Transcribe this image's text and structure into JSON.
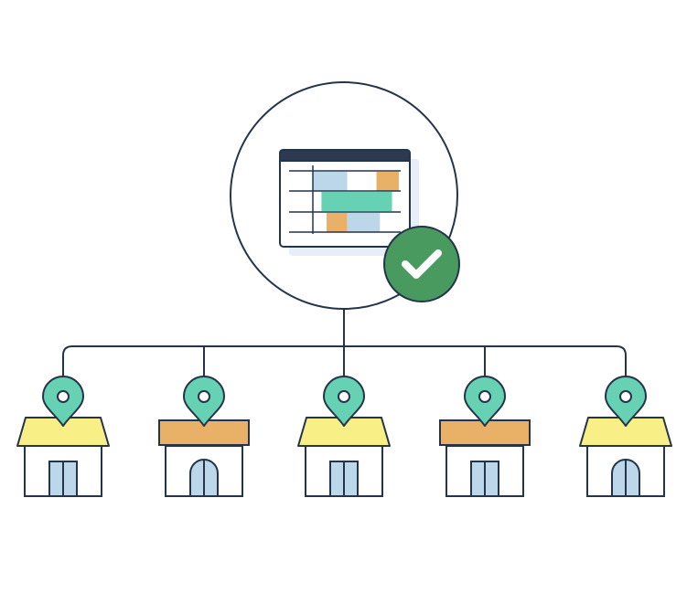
{
  "colors": {
    "background": "#ffffff",
    "stroke": "#24344a",
    "sheet_header": "#2b3a50",
    "sheet_shadow": "#e8eef7",
    "cell_blue": "#bcd6ea",
    "cell_orange": "#e8b167",
    "cell_teal": "#66d1b3",
    "check_badge": "#489a5f",
    "check_mark": "#ffffff",
    "pin": "#66d1b3",
    "roof_yellow": "#f8ef87",
    "roof_orange": "#e8b167",
    "wall": "#ffffff",
    "door": "#bcd6ea"
  },
  "hub": {
    "icon": "schedule-sheet-icon",
    "badge_icon": "checkmark-icon",
    "schedule_rows": [
      [
        {
          "start": 0.0,
          "end": 0.4,
          "color": "cell_blue"
        },
        {
          "start": 0.74,
          "end": 1.0,
          "color": "cell_orange"
        }
      ],
      [
        {
          "start": 0.1,
          "end": 0.92,
          "color": "cell_teal"
        }
      ],
      [
        {
          "start": 0.16,
          "end": 0.4,
          "color": "cell_orange"
        },
        {
          "start": 0.4,
          "end": 0.78,
          "color": "cell_blue"
        }
      ]
    ]
  },
  "locations": [
    {
      "name": "store-1",
      "icon": "store-icon",
      "roof": "awning",
      "roof_color": "roof_yellow",
      "door": "double"
    },
    {
      "name": "store-2",
      "icon": "store-icon",
      "roof": "flat",
      "roof_color": "roof_orange",
      "door": "arched"
    },
    {
      "name": "store-3",
      "icon": "store-icon",
      "roof": "awning",
      "roof_color": "roof_yellow",
      "door": "double"
    },
    {
      "name": "store-4",
      "icon": "store-icon",
      "roof": "flat",
      "roof_color": "roof_orange",
      "door": "double"
    },
    {
      "name": "store-5",
      "icon": "store-icon",
      "roof": "awning",
      "roof_color": "roof_yellow",
      "door": "arched"
    }
  ]
}
